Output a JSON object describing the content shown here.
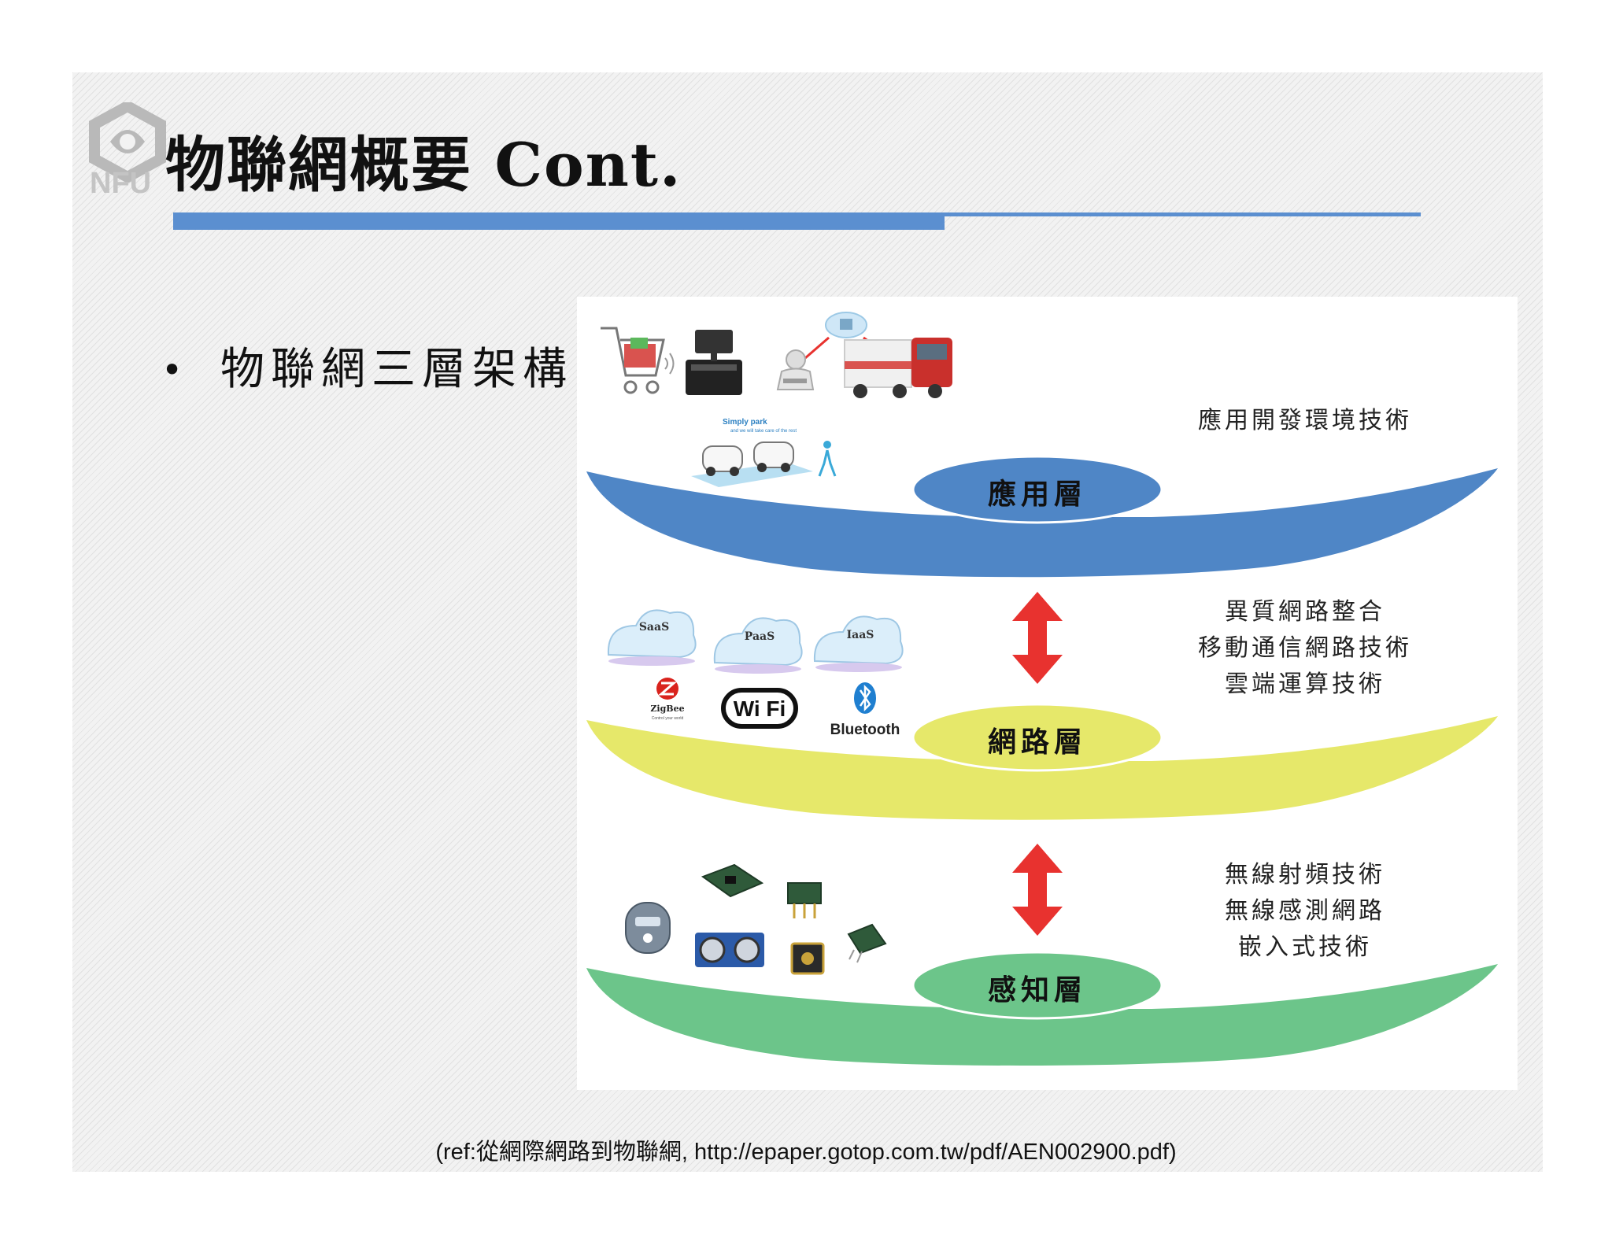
{
  "slide": {
    "logo_text": "NFU",
    "title": "物聯網概要 Cont.",
    "bullet": "物聯網三層架構",
    "caption": "(ref:從網際網路到物聯網, http://epaper.gotop.com.tw/pdf/AEN002900.pdf)"
  },
  "diagram": {
    "layers": [
      {
        "name": "應用層",
        "color": "#4f86c6",
        "tech": [
          "應用開發環境技術"
        ]
      },
      {
        "name": "網路層",
        "color": "#e6e86a",
        "tech": [
          "異質網路整合",
          "移動通信網路技術",
          "雲端運算技術"
        ]
      },
      {
        "name": "感知層",
        "color": "#6cc58a",
        "tech": [
          "無線射頻技術",
          "無線感測網路",
          "嵌入式技術"
        ]
      }
    ],
    "clouds": [
      "SaaS",
      "PaaS",
      "IaaS"
    ],
    "protocols": {
      "zigbee": "ZigBee",
      "zigbee_sub": "Control your world",
      "wifi": "Wi Fi",
      "bluetooth": "Bluetooth"
    },
    "parking_text": "Simply park",
    "parking_sub": "and we will take care of the rest",
    "arrow_color": "#e8322f"
  }
}
